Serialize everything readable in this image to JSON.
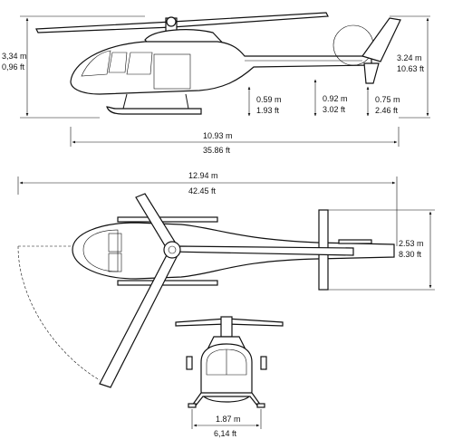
{
  "dimensions": {
    "side_height_rotor": {
      "m": "3,34 m",
      "ft": "0,96 ft"
    },
    "side_height_tail": {
      "m": "3.24 m",
      "ft": "10.63 ft"
    },
    "skid_clearance": {
      "m": "0.59 m",
      "ft": "1.93 ft"
    },
    "tail_clearance": {
      "m": "0.92 m",
      "ft": "3.02 ft"
    },
    "tail_skid": {
      "m": "0.75 m",
      "ft": "2.46 ft"
    },
    "fuselage_length": {
      "m": "10.93 m",
      "ft": "35.86 ft"
    },
    "overall_length": {
      "m": "12.94 m",
      "ft": "42.45 ft"
    },
    "stabilizer_span": {
      "m": "2.53 m",
      "ft": "8.30 ft"
    },
    "skid_track": {
      "m": "1.87 m",
      "ft": "6,14 ft"
    }
  }
}
